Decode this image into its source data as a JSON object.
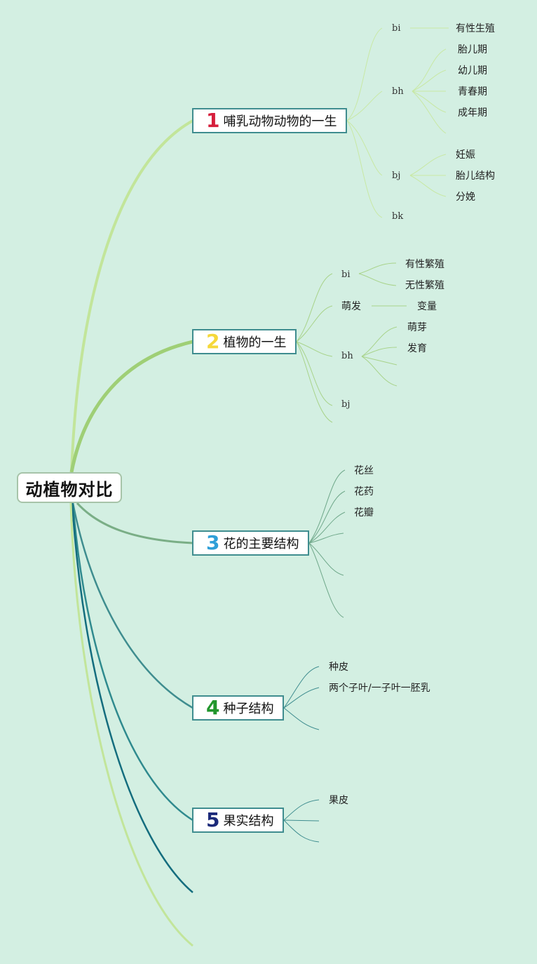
{
  "root": {
    "label": "动植物对比"
  },
  "colors": {
    "background": "#d3efe2",
    "num1": "#d61f3c",
    "num2": "#f5d83b",
    "num3": "#2f9fd8",
    "num4": "#22962d",
    "num5": "#1c2a7a",
    "branch_light": "#c2e59a",
    "branch_green": "#9fcf76",
    "branch_mid": "#7aae86",
    "branch_teal": "#3f8d8f",
    "branch_dark": "#146d7e"
  },
  "topics": [
    {
      "num": "1",
      "label": "哺乳动物动物的一生"
    },
    {
      "num": "2",
      "label": "植物的一生"
    },
    {
      "num": "3",
      "label": "花的主要结构"
    },
    {
      "num": "4",
      "label": "种子结构"
    },
    {
      "num": "5",
      "label": "果实结构"
    }
  ],
  "t1": {
    "bi": "bi",
    "bi_child": "有性生殖",
    "bh": "bh",
    "bh_children": [
      "胎儿期",
      "幼儿期",
      "青春期",
      "成年期"
    ],
    "bj": "bj",
    "bj_children": [
      "妊娠",
      "胎儿结构",
      "分娩"
    ],
    "bk": "bk"
  },
  "t2": {
    "bi": "bi",
    "bi_children": [
      "有性繁殖",
      "无性繁殖"
    ],
    "sprout": "萌发",
    "sprout_child": "变量",
    "bh": "bh",
    "bh_children": [
      "萌芽",
      "发育"
    ],
    "bj": "bj"
  },
  "t3": {
    "children": [
      "花丝",
      "花药",
      "花瓣"
    ]
  },
  "t4": {
    "children": [
      "种皮",
      "两个子叶/一子叶一胚乳"
    ]
  },
  "t5": {
    "children": [
      "果皮"
    ]
  }
}
